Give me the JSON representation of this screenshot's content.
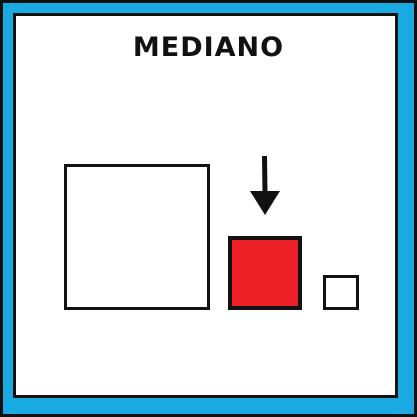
{
  "title": "MEDIANO",
  "colors": {
    "frame": "#1aa9e2",
    "outline": "#111111",
    "highlight": "#ee2129",
    "background": "#ffffff"
  },
  "squares": [
    {
      "size": "large",
      "highlighted": false
    },
    {
      "size": "medium",
      "highlighted": true
    },
    {
      "size": "small",
      "highlighted": false
    }
  ],
  "pointer": {
    "icon": "arrow-down-icon",
    "target": "medium"
  }
}
